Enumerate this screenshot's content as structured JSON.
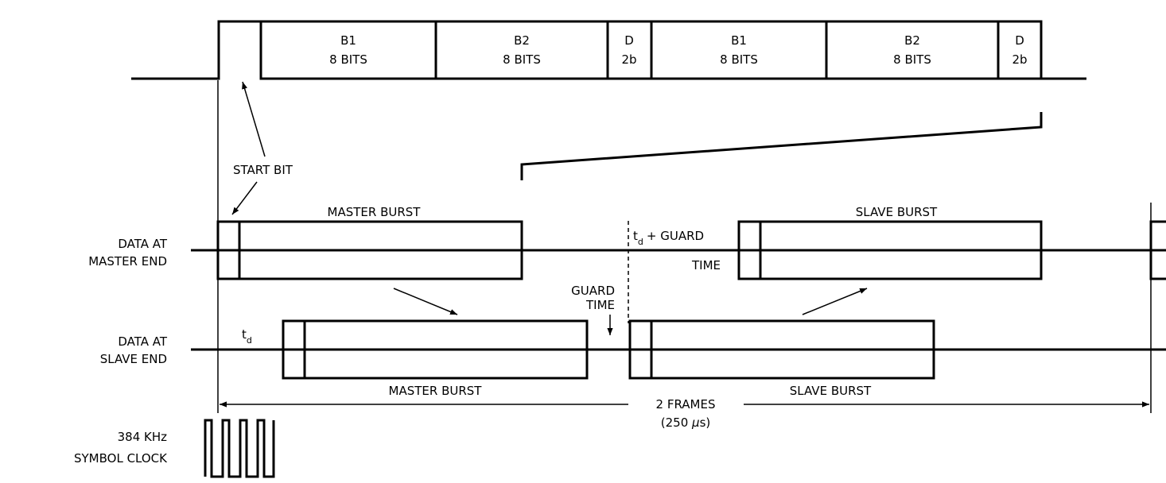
{
  "frame": {
    "fields": [
      {
        "line1": "B1",
        "line2": "8 BITS"
      },
      {
        "line1": "B2",
        "line2": "8 BITS"
      },
      {
        "line1": "D",
        "line2": "2b"
      },
      {
        "line1": "B1",
        "line2": "8 BITS"
      },
      {
        "line1": "B2",
        "line2": "8 BITS"
      },
      {
        "line1": "D",
        "line2": "2b"
      }
    ]
  },
  "labels": {
    "start_bit": "START BIT",
    "master_burst_top": "MASTER BURST",
    "slave_burst_top": "SLAVE BURST",
    "master_burst_bottom": "MASTER BURST",
    "slave_burst_bottom": "SLAVE BURST",
    "td_guard_t": "t",
    "td_guard_sub": "d",
    "td_guard_rest": "+ GUARD",
    "td_guard_line2": "TIME",
    "guard_time_line1": "GUARD",
    "guard_time_line2": "TIME",
    "td_t": "t",
    "td_sub": "d",
    "frames_line1": "2 FRAMES",
    "frames_line2_open": "(250 ",
    "frames_line2_mu": "μ",
    "frames_line2_close": "s)"
  },
  "rows": {
    "master_end_line1": "DATA AT",
    "master_end_line2": "MASTER END",
    "slave_end_line1": "DATA AT",
    "slave_end_line2": "SLAVE END",
    "clock_line1": "384 KHz",
    "clock_line2": "SYMBOL CLOCK"
  }
}
